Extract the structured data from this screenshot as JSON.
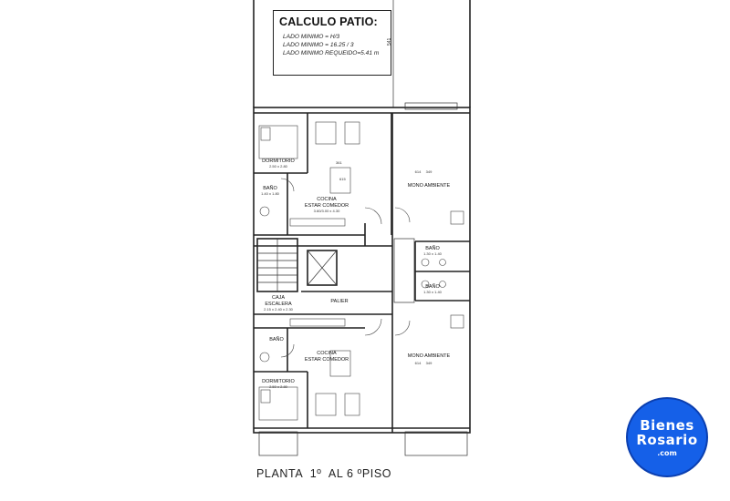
{
  "calc": {
    "title": "CALCULO PATIO:",
    "line1": "LADO MINIMO = H/3",
    "line2": "LADO MINIMO = 16.25 / 3",
    "line3": "LADO MINIMO REQUEIDO=5.41 m",
    "dim": "541"
  },
  "rooms": {
    "dormitorio_top": "DORMITORIO",
    "dormitorio_top_dim": "2.50 x 2.80",
    "bano_top": "BAÑO",
    "bano_top_dim": "1.40 x 1.80",
    "cocina_top_1": "COCINA",
    "cocina_top_2": "ESTAR COMEDOR",
    "cocina_top_dim": "3.60/3.00 x 4.30",
    "dim_361": "361",
    "dim_615": "615",
    "caja_1": "CAJA",
    "caja_2": "ESCALERA",
    "caja_dim": "2.15 x 2.40 x 2.30",
    "palier": "PALIER",
    "bano_bottom": "BAÑO",
    "cocina_bottom_1": "COCINA",
    "cocina_bottom_2": "ESTAR COMEDOR",
    "dormitorio_bottom": "DORMITORIO",
    "dormitorio_bottom_dim": "2.50 x 2.80",
    "mono_top": "MONO AMBIENTE",
    "mono_top_dim_a": "614",
    "mono_top_dim_b": "349",
    "bano_right_top": "BAÑO",
    "bano_right_top_dim": "1.30 x 1.40",
    "bano_right_bottom": "BAÑO",
    "bano_right_bottom_dim": "1.30 x 1.40",
    "mono_bottom": "MONO AMBIENTE",
    "mono_bottom_dim_a": "614",
    "mono_bottom_dim_b": "349"
  },
  "caption": "PLANTA  1º  AL 6 ºPISO",
  "logo": {
    "line1": "Bienes",
    "line2": "Rosario",
    "line3": ".com"
  },
  "colors": {
    "logo_fill": "#1560e8",
    "line": "#222222"
  }
}
